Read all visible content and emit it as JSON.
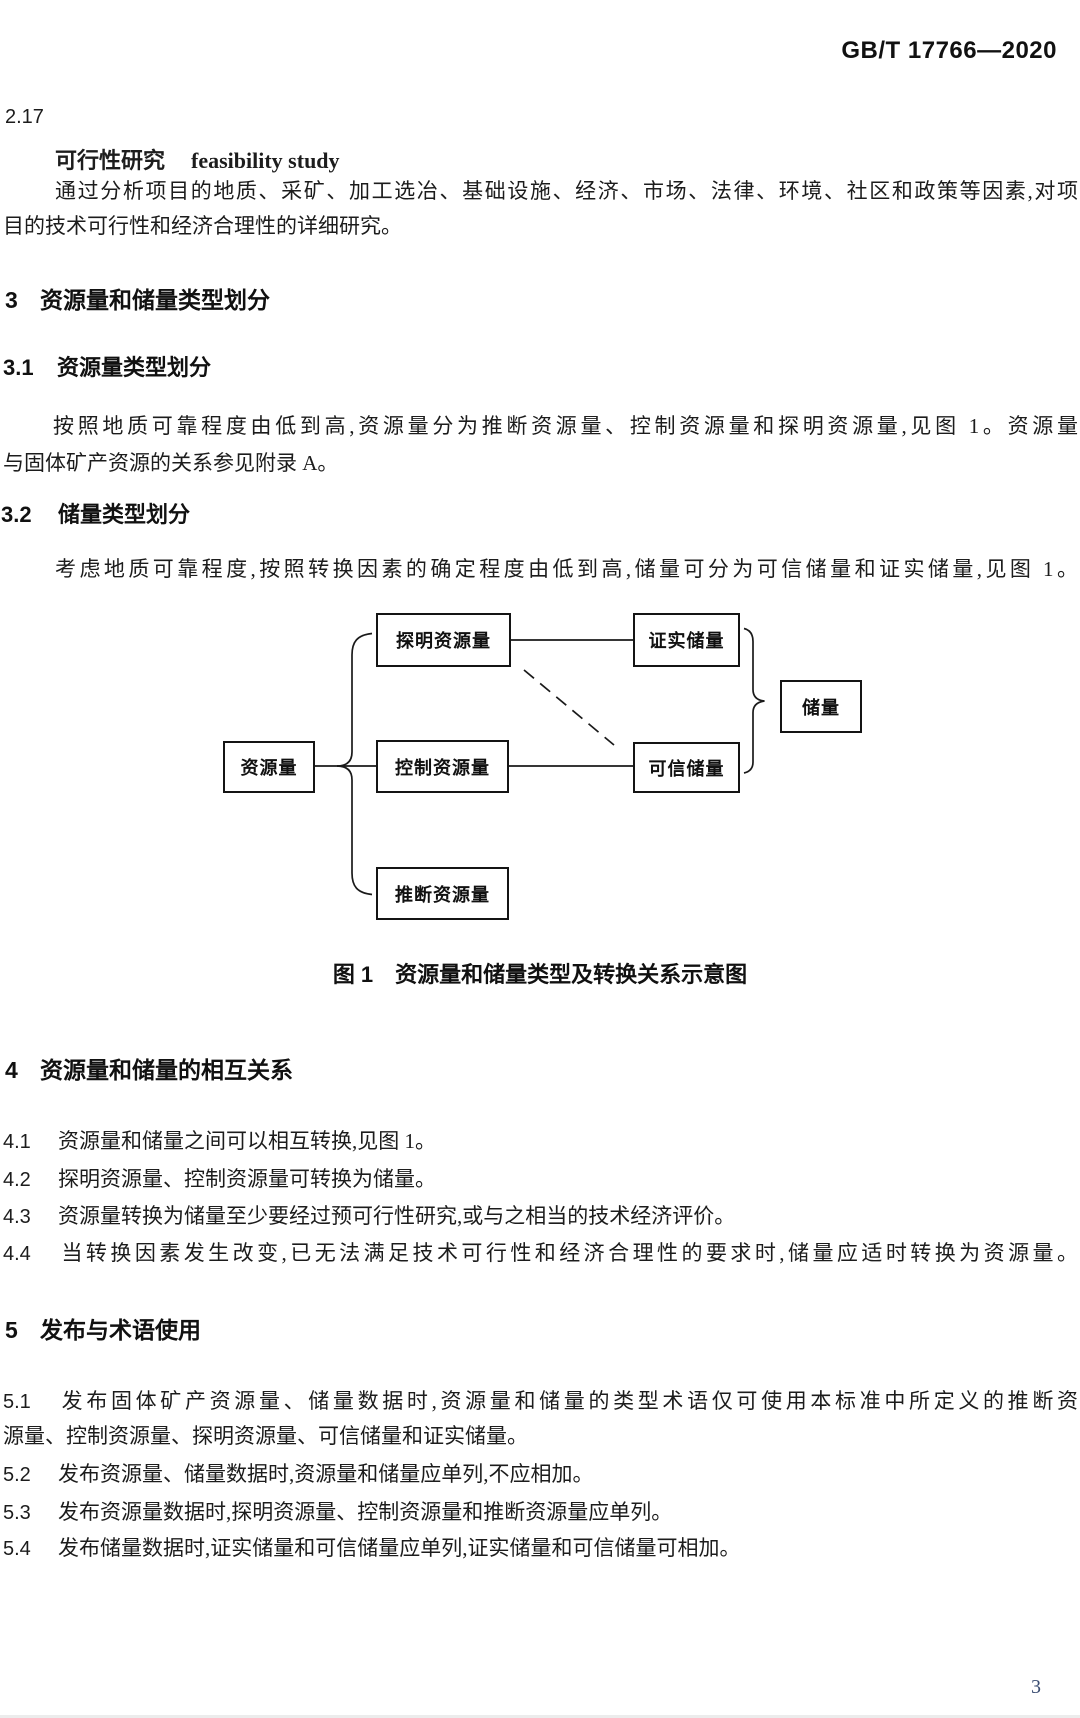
{
  "page": {
    "header": "GB/T 17766—2020",
    "page_number": "3"
  },
  "term": {
    "num": "2.17",
    "zh": "可行性研究",
    "en": "feasibility study",
    "def1": "通过分析项目的地质、采矿、加工选冶、基础设施、经济、市场、法律、环境、社区和政策等因素,对项",
    "def2": "目的技术可行性和经济合理性的详细研究。"
  },
  "s3": {
    "num": "3",
    "title": "资源量和储量类型划分",
    "s31": {
      "num": "3.1",
      "title": "资源量类型划分",
      "p1": "按照地质可靠程度由低到高,资源量分为推断资源量、控制资源量和探明资源量,见图 1。资源量",
      "p2": "与固体矿产资源的关系参见附录 A。"
    },
    "s32": {
      "num": "3.2",
      "title": "储量类型划分",
      "p1": "考虑地质可靠程度,按照转换因素的确定程度由低到高,储量可分为可信储量和证实储量,见图 1。"
    }
  },
  "figure": {
    "caption_label": "图 1",
    "caption_title": "资源量和储量类型及转换关系示意图",
    "boxes": {
      "ziyuanliang": "资源量",
      "tanming": "探明资源量",
      "kongzhi": "控制资源量",
      "tuiduan": "推断资源量",
      "zhengshi": "证实储量",
      "kexin": "可信储量",
      "chuliang": "储量"
    }
  },
  "s4": {
    "num": "4",
    "title": "资源量和储量的相互关系",
    "clauses": [
      {
        "num": "4.1",
        "text": "资源量和储量之间可以相互转换,见图 1。"
      },
      {
        "num": "4.2",
        "text": "探明资源量、控制资源量可转换为储量。"
      },
      {
        "num": "4.3",
        "text": "资源量转换为储量至少要经过预可行性研究,或与之相当的技术经济评价。"
      },
      {
        "num": "4.4",
        "text": "当转换因素发生改变,已无法满足技术可行性和经济合理性的要求时,储量应适时转换为资源量。"
      }
    ]
  },
  "s5": {
    "num": "5",
    "title": "发布与术语使用",
    "clauses": [
      {
        "num": "5.1",
        "text": "发布固体矿产资源量、储量数据时,资源量和储量的类型术语仅可使用本标准中所定义的推断资",
        "text2": "源量、控制资源量、探明资源量、可信储量和证实储量。"
      },
      {
        "num": "5.2",
        "text": "发布资源量、储量数据时,资源量和储量应单列,不应相加。"
      },
      {
        "num": "5.3",
        "text": "发布资源量数据时,探明资源量、控制资源量和推断资源量应单列。"
      },
      {
        "num": "5.4",
        "text": "发布储量数据时,证实储量和可信储量应单列,证实储量和可信储量可相加。"
      }
    ]
  }
}
